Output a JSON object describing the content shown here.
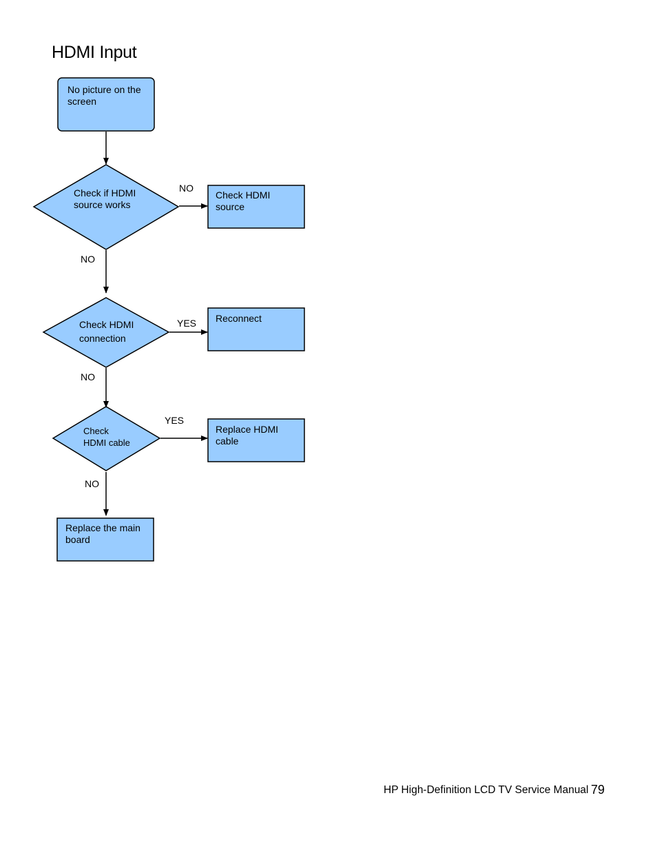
{
  "page": {
    "title": "HDMI Input",
    "footer": "HP High-Definition LCD TV Service Manual",
    "page_number": "79"
  },
  "diagram": {
    "node_fill": "#99ccff",
    "nodes": {
      "start": "No picture on the\nscreen",
      "check_source": "Check if HDMI\nsource works",
      "check_hdmi_source": "Check HDMI\nsource",
      "check_connection": "Check HDMI\nconnection",
      "reconnect": "Reconnect",
      "check_cable": "Check\nHDMI cable",
      "replace_cable": "Replace HDMI\ncable",
      "replace_board": "Replace the main\nboard"
    },
    "edges": {
      "source_right": "NO",
      "source_down": "NO",
      "connection_right": "YES",
      "connection_down": "NO",
      "cable_right": "YES",
      "cable_down": "NO"
    }
  }
}
